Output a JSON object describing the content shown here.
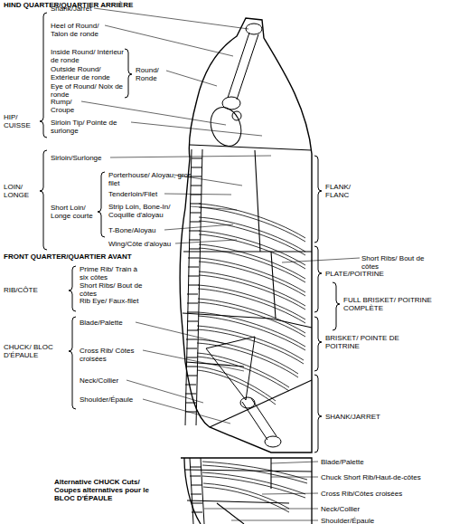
{
  "diagram": {
    "labels": [
      "HIND QUARTER/QUARTIER ARRIÈRE",
      "HIP/ CUISSE",
      "Shank/Jarret",
      "Heel of Round/ Talon de ronde",
      "Inside Round/ Intérieur de ronde",
      "Outside Round/ Extérieur de ronde",
      "Eye of Round/ Noix de ronde",
      "Round/ Ronde",
      "Rump/ Croupe",
      "Sirloin Tip/ Pointe de surlonge",
      "Sirloin/Surlonge",
      "LOIN/ LONGE",
      "Short Loin/ Longe courte",
      "Porterhouse/ Aloyau, gros filet",
      "Tenderloin/Filet",
      "Strip Loin, Bone-In/ Coquille d'aloyau",
      "T-Bone/Aloyau",
      "Wing/Côte d'aloyau",
      "FRONT QUARTER/QUARTIER AVANT",
      "RIB/CÔTE",
      "Prime Rib/ Train à six côtes",
      "Short Ribs/ Bout de côtes",
      "Rib Eye/ Faux-filet",
      "CHUCK/ BLOC D'ÉPAULE",
      "Blade/Palette",
      "Cross Rib/ Côtes croisées",
      "Neck/Collier",
      "Shoulder/Épaule",
      "FLANK/ FLANC",
      "Short Ribs/ Bout de côtes",
      "PLATE/POITRINE",
      "FULL BRISKET/ POITRINE COMPLÈTE",
      "BRISKET/ POINTE DE POITRINE",
      "SHANK/JARRET",
      "Alternative CHUCK Cuts/ Coupes alternatives pour le BLOC D'ÉPAULE",
      "Blade/Palette",
      "Chuck Short Rib/Haut-de-côtes",
      "Cross Rib/Côtes croisées",
      "Neck/Collier",
      "Shoulder/Épaule"
    ]
  }
}
